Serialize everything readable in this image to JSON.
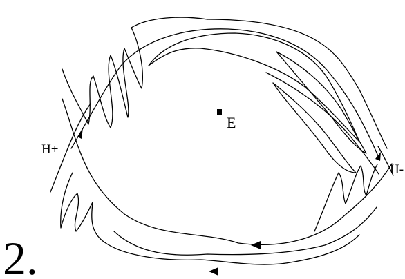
{
  "figure": {
    "number_label": "2.",
    "point_label": "E",
    "left_manifold_label": "H+",
    "right_manifold_label": "H-",
    "ink_color": "#000000",
    "background_color": "#ffffff"
  }
}
